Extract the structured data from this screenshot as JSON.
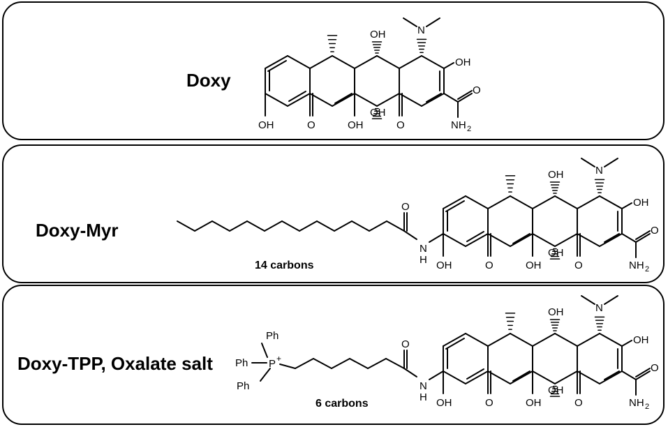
{
  "panels": [
    {
      "name": "Doxy"
    },
    {
      "name": "Doxy-Myr",
      "chain_note": "14 carbons"
    },
    {
      "name": "Doxy-TPP, Oxalate salt",
      "chain_note": "6 carbons"
    }
  ],
  "atom_labels": {
    "oh": "OH",
    "o": "O",
    "n": "N",
    "nh": "N",
    "h": "H",
    "nh2": "NH",
    "sub2": "2",
    "p": "P",
    "plus": "+",
    "ph": "Ph"
  }
}
